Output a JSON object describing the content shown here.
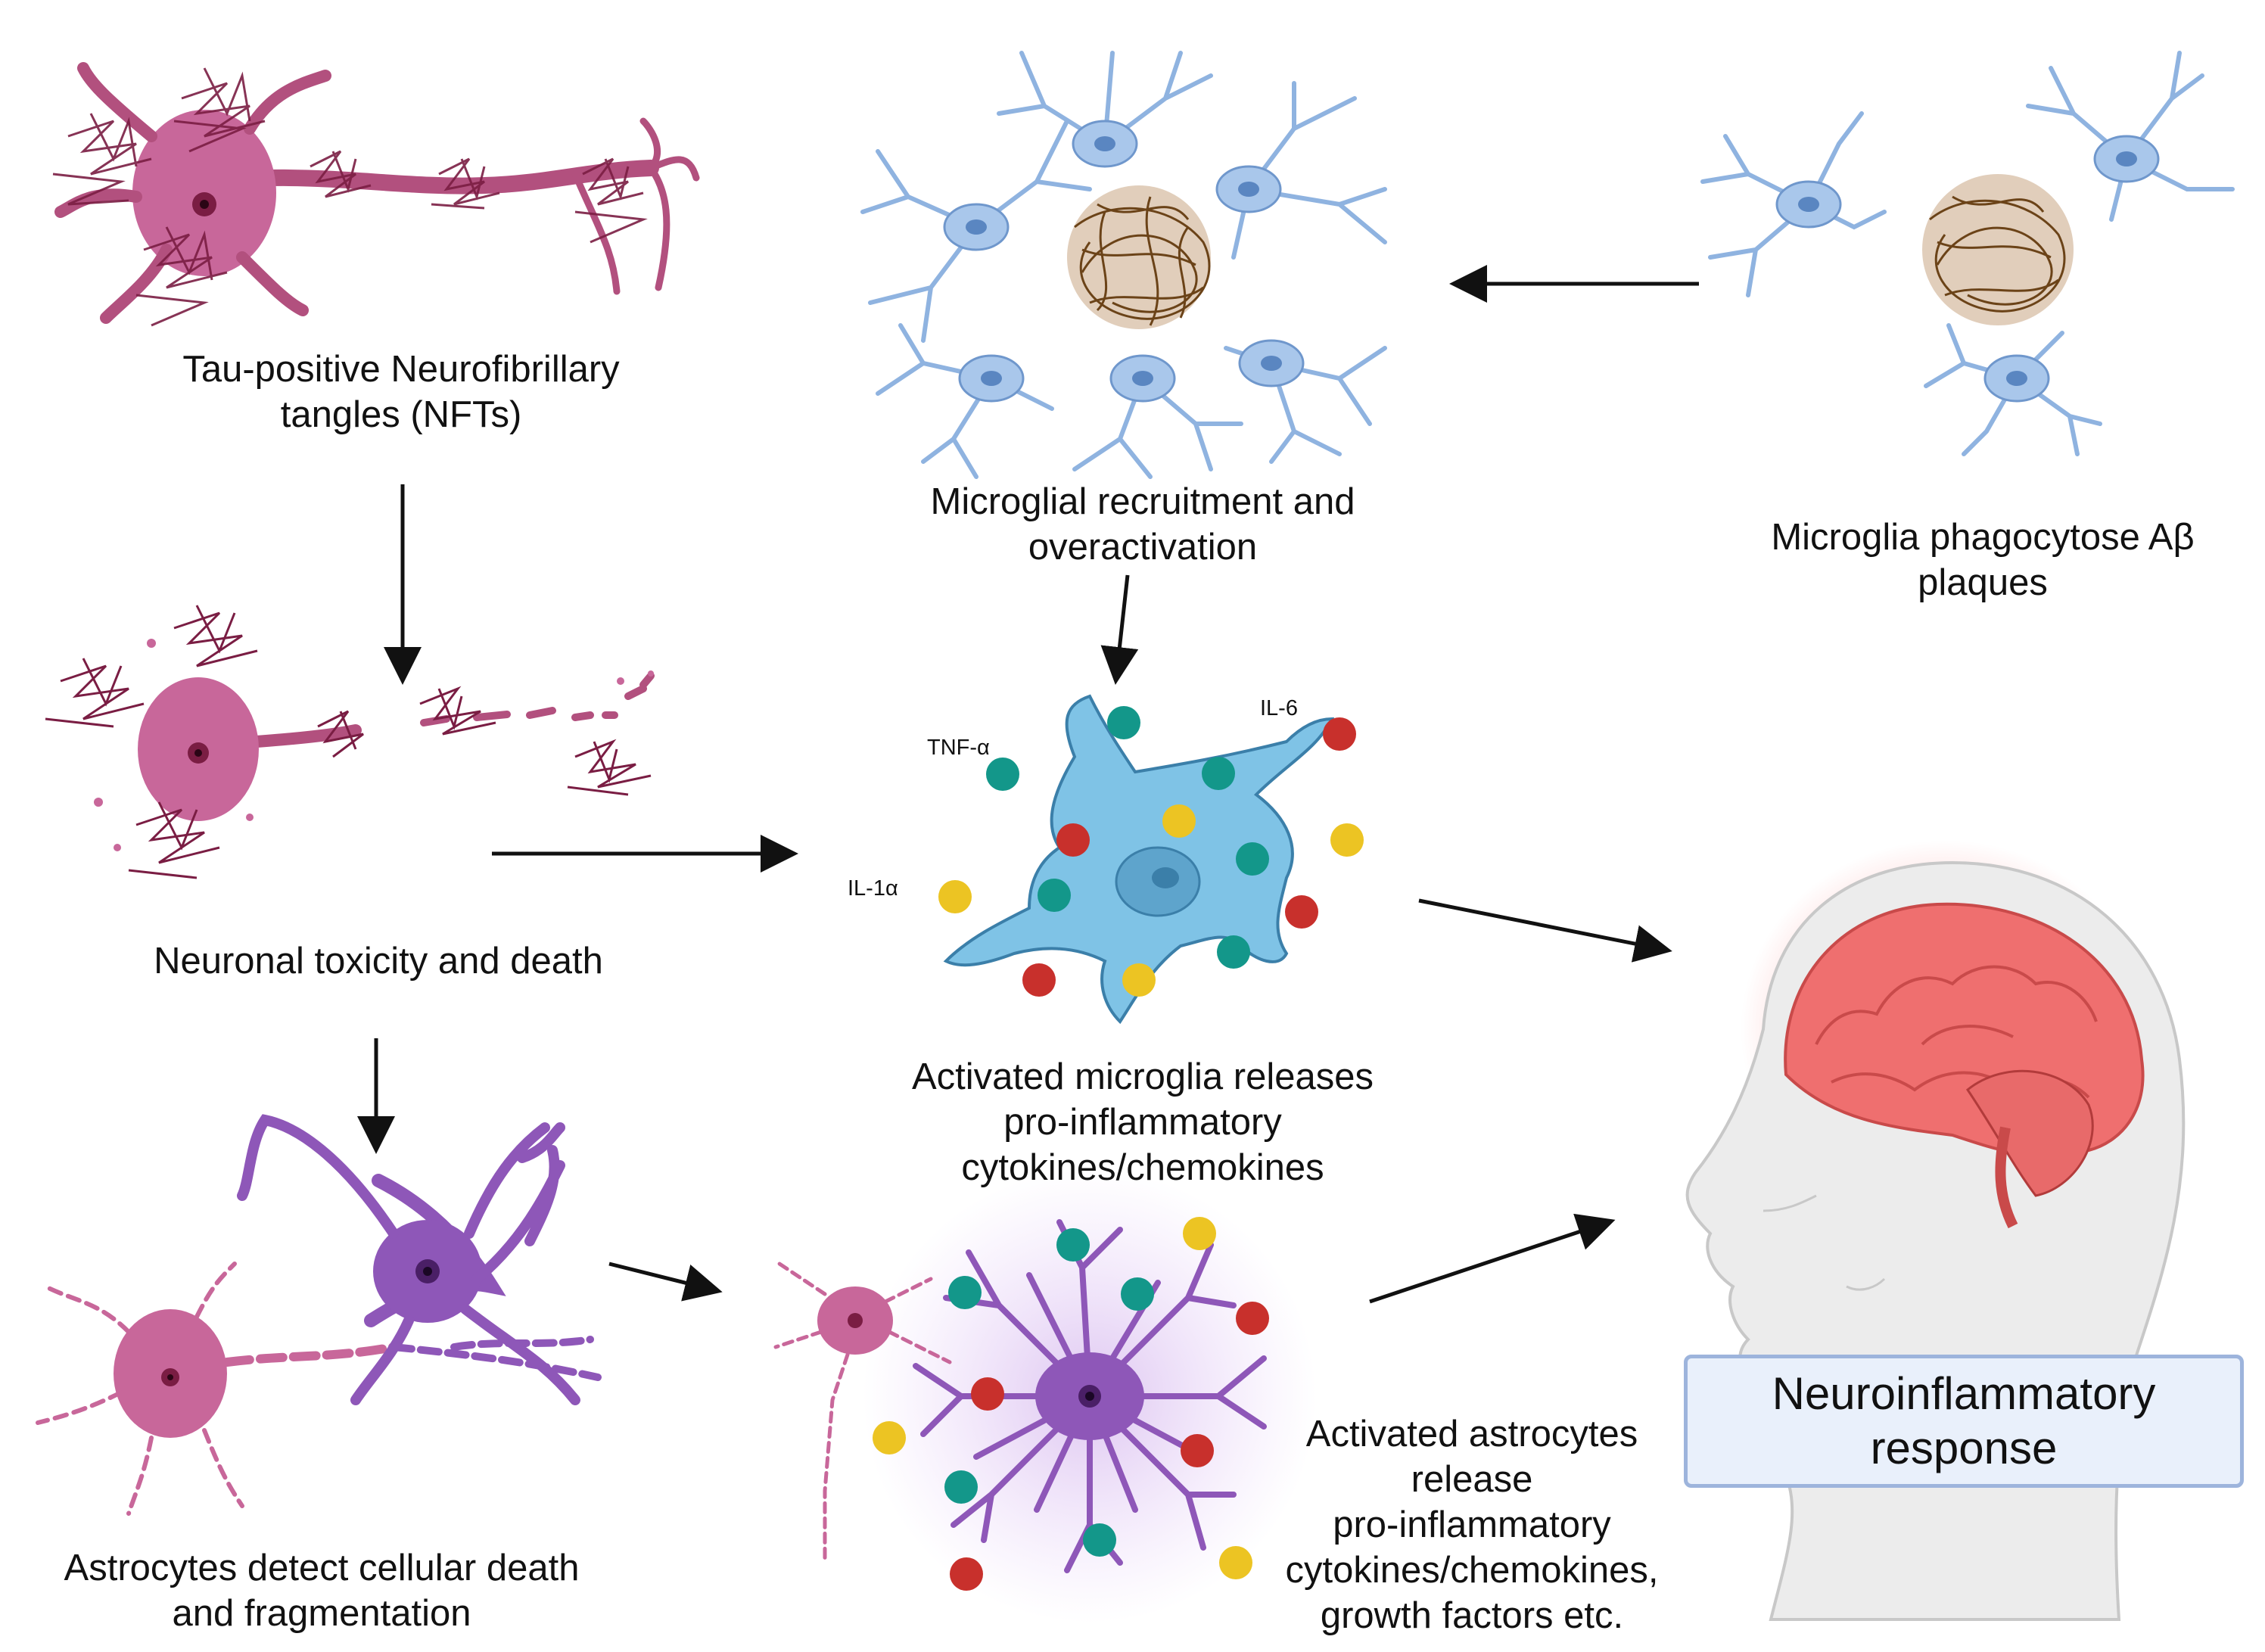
{
  "captions": {
    "nft": [
      "Tau-positive Neurofibrillary",
      "tangles (NFTs)"
    ],
    "recruit": [
      "Microglial recruitment and",
      "overactivation"
    ],
    "phago": [
      "Microglia phagocytose Aβ",
      "plaques"
    ],
    "toxicity": [
      "Neuronal toxicity and death"
    ],
    "microglia_release": [
      "Activated microglia releases",
      "pro-inflammatory",
      "cytokines/chemokines"
    ],
    "astro_detect": [
      "Astrocytes detect cellular death",
      "and fragmentation"
    ],
    "astro_release": [
      "Activated astrocytes",
      "release",
      "pro-inflammatory",
      "cytokines/chemokines,",
      "growth factors etc."
    ]
  },
  "cytokines": {
    "tnf": "TNF-α",
    "il6": "IL-6",
    "il1": "IL-1α"
  },
  "response": [
    "Neuroinflammatory",
    "response"
  ],
  "colors": {
    "neuron": "#b2507e",
    "tangle": "#7a1d43",
    "microglia_resting": "#8fb3e0",
    "microglia_active": "#7fc3e6",
    "plaque": "#8a5a2b",
    "astrocyte": "#8e57b8",
    "teal": "#13978a",
    "red": "#c8302c",
    "yellow": "#ecc423",
    "brain": "#ef6f6f"
  }
}
